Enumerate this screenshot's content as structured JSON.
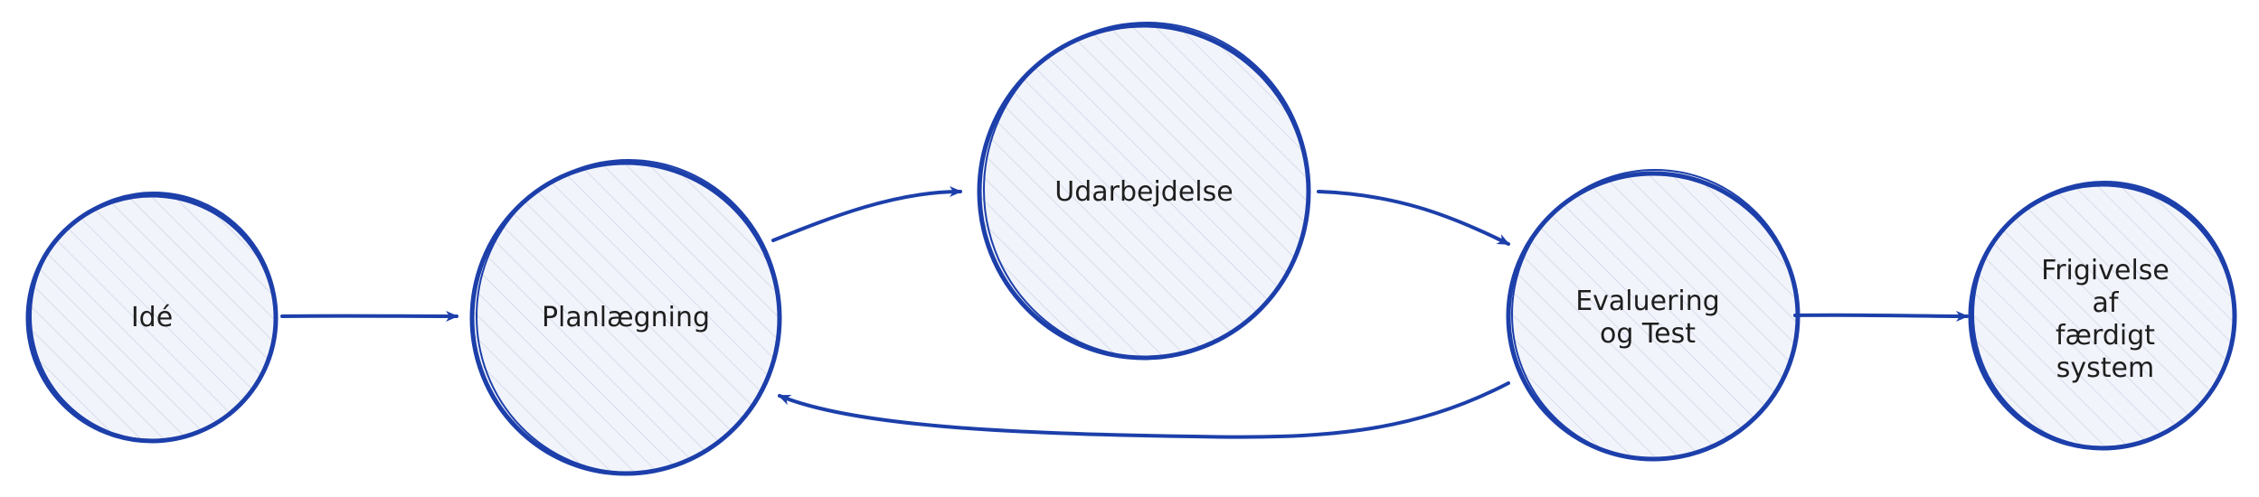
{
  "diagram": {
    "colors": {
      "stroke": "#1c3faa",
      "fill": "#f2f4fb",
      "hatch": "#d7dceb",
      "text": "#1e1e1e",
      "background": "#ffffff"
    },
    "nodes": [
      {
        "id": "ide",
        "lines": [
          "Idé"
        ]
      },
      {
        "id": "planlaegning",
        "lines": [
          "Planlægning"
        ]
      },
      {
        "id": "udarbejdelse",
        "lines": [
          "Udarbejdelse"
        ]
      },
      {
        "id": "evaluering",
        "lines": [
          "Evaluering",
          "og Test"
        ]
      },
      {
        "id": "frigivelse",
        "lines": [
          "Frigivelse",
          "af",
          "færdigt",
          "system"
        ]
      }
    ],
    "edges": [
      {
        "from": "ide",
        "to": "planlaegning"
      },
      {
        "from": "planlaegning",
        "to": "udarbejdelse"
      },
      {
        "from": "udarbejdelse",
        "to": "evaluering"
      },
      {
        "from": "evaluering",
        "to": "frigivelse"
      },
      {
        "from": "evaluering",
        "to": "planlaegning"
      }
    ]
  }
}
